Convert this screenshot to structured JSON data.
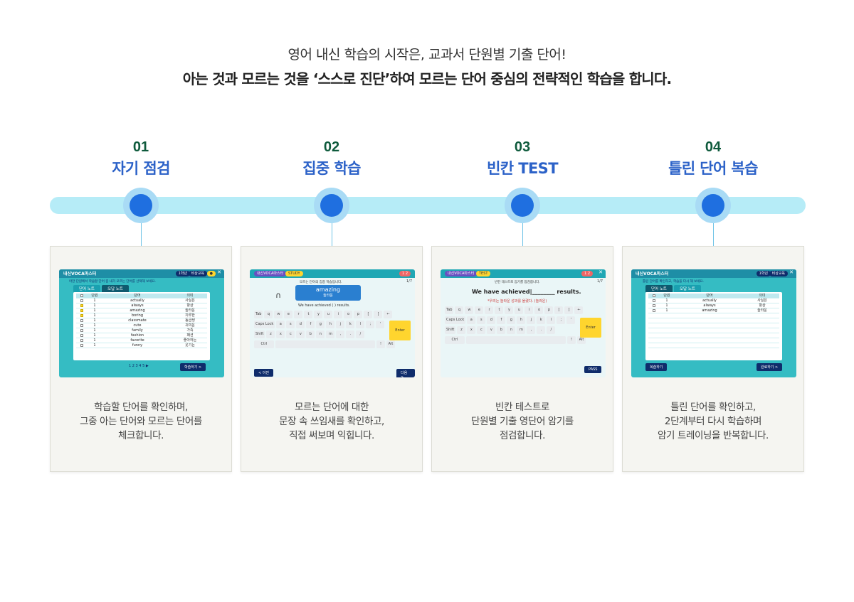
{
  "header": {
    "subtitle": "영어 내신 학습의 시작은, 교과서 단원별 기출 단어!",
    "title": "아는 것과 모르는 것을 ‘스스로 진단’하여 모르는 단어 중심의 전략적인 학습을 합니다."
  },
  "steps": [
    {
      "num": "01",
      "title": "자기 점검",
      "desc": [
        "학습할 단어를 확인하며,",
        "그중 아는 단어와 모르는 단어를",
        "체크합니다."
      ]
    },
    {
      "num": "02",
      "title": "집중 학습",
      "desc": [
        "모르는 단어에 대한",
        "문장 속 쓰임새를 확인하고,",
        "직접 써보며 익힙니다."
      ]
    },
    {
      "num": "03",
      "title": "빈칸 TEST",
      "desc": [
        "빈칸 테스트로",
        "단원별 기출 영단어 암기를",
        "점검합니다."
      ]
    },
    {
      "num": "04",
      "title": "틀린 단어 복습",
      "desc": [
        "틀린 단어를 확인하고,",
        "2단계부터 다시 학습하며",
        "암기 트레이닝을 반복합니다."
      ]
    }
  ],
  "shot1": {
    "app_title": "내신VOCA마스터",
    "instruction": "아한 단원에서 학습할 단어 중 내가 모르는 단어를 선택해 보세요.",
    "tab_a": "단어 노트",
    "tab_b": "오답 노트",
    "header_word": "단어",
    "header_mean": "의미",
    "rows": [
      {
        "word": "actually",
        "mean": "사실은",
        "checked": false
      },
      {
        "word": "always",
        "mean": "항상",
        "checked": true
      },
      {
        "word": "amazing",
        "mean": "놀라운",
        "checked": true
      },
      {
        "word": "boring",
        "mean": "지루한",
        "checked": true
      },
      {
        "word": "classmate",
        "mean": "동급생",
        "checked": false
      },
      {
        "word": "cute",
        "mean": "귀여운",
        "checked": false
      },
      {
        "word": "family",
        "mean": "가족",
        "checked": false
      },
      {
        "word": "fashion",
        "mean": "패션",
        "checked": false
      },
      {
        "word": "favorite",
        "mean": "좋아하는",
        "checked": false
      },
      {
        "word": "funny",
        "mean": "웃기는",
        "checked": false
      }
    ],
    "unit_num": "1",
    "pager": "1 2 3 4 5 ▶",
    "button": "학습하기 >"
  },
  "shot2": {
    "tab_a": "내신VOCA마스터",
    "tab_b": "STUDY",
    "progress": "1/7",
    "prompt": "모르는 단어의 집중 학습입니다.",
    "word": "amazing",
    "meaning": "놀라운",
    "sentence": "We have achieved (      ) results.",
    "enter": "Enter",
    "prev": "< 이전",
    "next": "다음 >"
  },
  "shot3": {
    "tab_a": "내신VOCA마스터",
    "tab_b": "TEST",
    "progress": "1/7",
    "prompt": "빈칸 테스트로 암기를 점검합니다.",
    "sentence": "We have achieved|________ results.",
    "hint": "*우리는 놀라운 성과를 올렸다. (놀라운)",
    "enter": "Enter",
    "pass": "PASS"
  },
  "shot4": {
    "app_title": "내신VOCA마스터",
    "instruction": "틀린 단어를 확인하고, 학습을 다시 해 보세요.",
    "tab_a": "단어 노트",
    "tab_b": "오답 노트",
    "rows": [
      {
        "word": "actually",
        "mean": "사실은"
      },
      {
        "word": "always",
        "mean": "항상"
      },
      {
        "word": "amazing",
        "mean": "놀라운"
      }
    ],
    "unit_num": "1",
    "btn_left": "복습하기",
    "btn_right": "완료하기 >"
  },
  "keyboard": {
    "row1": [
      "Tab",
      "q",
      "w",
      "e",
      "r",
      "t",
      "y",
      "u",
      "i",
      "o",
      "p",
      "[",
      "]",
      "←"
    ],
    "row2": [
      "Caps Lock",
      "a",
      "s",
      "d",
      "f",
      "g",
      "h",
      "j",
      "k",
      "l",
      ";",
      "'"
    ],
    "row3": [
      "Shift",
      "z",
      "x",
      "c",
      "v",
      "b",
      "n",
      "m",
      ",",
      ".",
      "/"
    ],
    "row4": [
      "Ctrl",
      "",
      "!",
      "Alt"
    ]
  },
  "colors": {
    "accent_blue": "#1f6fe0",
    "step_number": "#0e5a3c",
    "step_title": "#2c62c8",
    "track": "#b6ecf7",
    "screen_bg": "#35bcc3"
  }
}
